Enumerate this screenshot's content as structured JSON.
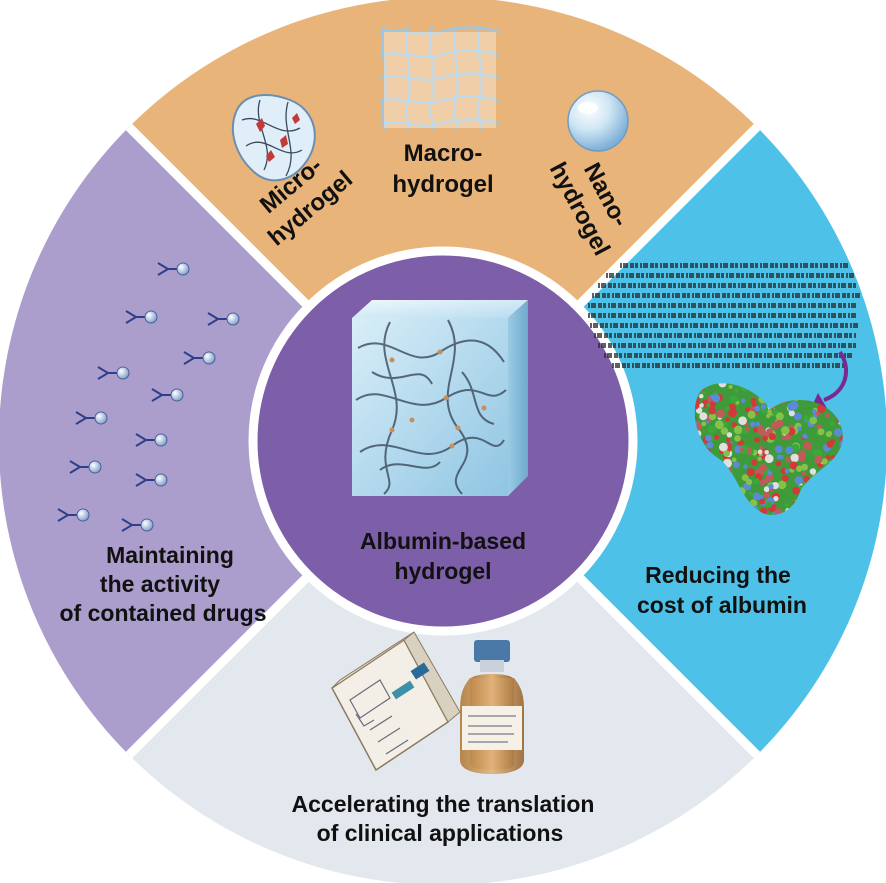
{
  "center": {
    "line1": "Albumin-based",
    "line2": "hydrogel"
  },
  "top_segment": {
    "micro": {
      "line1": "Micro-",
      "line2": "hydrogel"
    },
    "macro": {
      "line1": "Macro-",
      "line2": "hydrogel"
    },
    "nano": {
      "line1": "Nano-",
      "line2": "hydrogel"
    }
  },
  "left_segment": {
    "line1": "Maintaining",
    "line2": "the activity",
    "line3": "of contained drugs"
  },
  "right_segment": {
    "line1": "Reducing the",
    "line2": "cost of albumin"
  },
  "bottom_segment": {
    "line1": "Accelerating the translation",
    "line2": "of clinical applications"
  },
  "colors": {
    "top": "#e9b479",
    "right": "#4ec1e8",
    "bottom": "#e3e8ee",
    "left": "#ab9ecc",
    "center": "#7d5ea8",
    "divider": "#ffffff"
  }
}
